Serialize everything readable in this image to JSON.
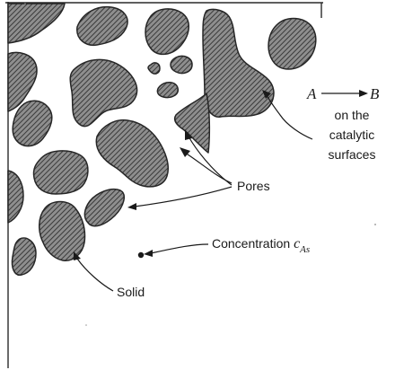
{
  "labels": {
    "reaction_from": "A",
    "reaction_to": "B",
    "reaction_line2": "on the",
    "reaction_line3": "catalytic",
    "reaction_line4": "surfaces",
    "pores": "Pores",
    "concentration_text": "Concentration ",
    "concentration_symbol": "c",
    "concentration_subscript": "As",
    "solid": "Solid"
  },
  "colors": {
    "ink": "#1a1a1a",
    "solid_hatch": "#3a3a3a",
    "background": "#ffffff"
  }
}
